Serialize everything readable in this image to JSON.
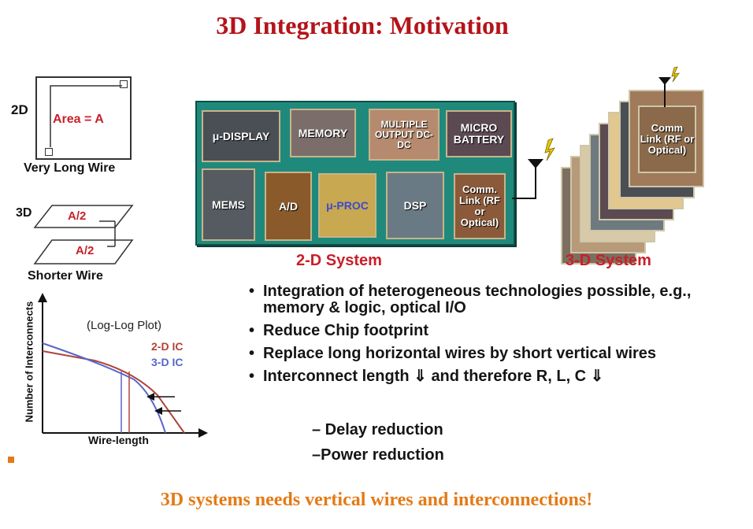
{
  "title": "3D Integration:   Motivation",
  "left_panel": {
    "label_2d": "2D",
    "area_label": "Area = A",
    "caption_2d": "Very Long Wire",
    "label_3d": "3D",
    "layer_label_top": "A/2",
    "layer_label_bottom": "A/2",
    "caption_3d": "Shorter Wire"
  },
  "plot": {
    "title": "(Log-Log Plot)",
    "ylabel": "Number of Interconnects",
    "xlabel": "Wire-length",
    "legend": [
      {
        "name": "2-D IC",
        "color": "#b0443a"
      },
      {
        "name": "3-D IC",
        "color": "#5866c8"
      }
    ]
  },
  "system_2d": {
    "caption": "2-D System",
    "chips": [
      {
        "label": "μ-DISPLAY"
      },
      {
        "label": "MEMORY"
      },
      {
        "label": "MULTIPLE OUTPUT DC-DC"
      },
      {
        "label": "MICRO BATTERY"
      },
      {
        "label": "MEMS"
      },
      {
        "label": "A/D"
      },
      {
        "label": "μ-PROC"
      },
      {
        "label": "DSP"
      },
      {
        "label": "Comm. Link (RF or Optical)"
      }
    ]
  },
  "system_3d": {
    "caption": "3-D System",
    "top_chip_label": "Comm Link (RF or Optical)"
  },
  "bullets": [
    "Integration of heterogeneous technologies possible, e.g., memory & logic, optical I/O",
    "Reduce Chip footprint",
    "Replace long horizontal wires by short vertical wires",
    "Interconnect length ⇓ and therefore R, L, C ⇓"
  ],
  "sub_bullets": [
    "– Delay reduction",
    "–Power reduction"
  ],
  "footer": "3D systems needs  vertical wires and interconnections!",
  "colors": {
    "title": "#b3141a",
    "footer": "#e47a16",
    "board": "#1f8a7c",
    "caption": "#c8202a"
  }
}
